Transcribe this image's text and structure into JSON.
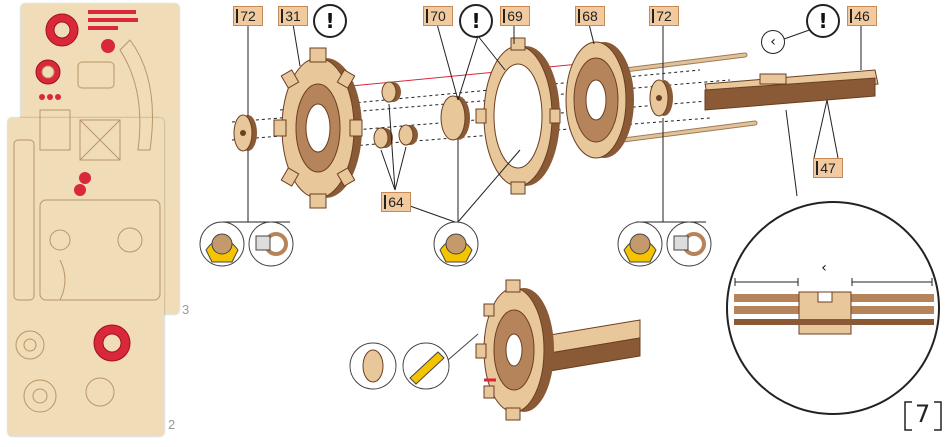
{
  "sheets": {
    "sheet_3_number": "3",
    "sheet_2_number": "2"
  },
  "labels": {
    "part_72_left": "72",
    "part_31": "31",
    "part_70": "70",
    "part_69": "69",
    "part_68": "68",
    "part_72_right": "72",
    "part_46": "46",
    "part_64": "64",
    "part_47": "47"
  },
  "symbols": {
    "warning_mark": "!",
    "direction_mark": "‹"
  },
  "step": {
    "number": "7"
  },
  "colors": {
    "wood_light": "#e8c79b",
    "wood_dark": "#8a5a36",
    "wood_edge": "#6b3f22",
    "sheet": "#f0dcb6",
    "highlight_red": "#d8283a",
    "label_fill": "#f2caa0",
    "glue_yellow": "#f5c400"
  },
  "icons": [
    "glue-bottle-icon",
    "glue-spread-icon",
    "sandpaper-icon",
    "gear-icon",
    "shaft-icon"
  ]
}
